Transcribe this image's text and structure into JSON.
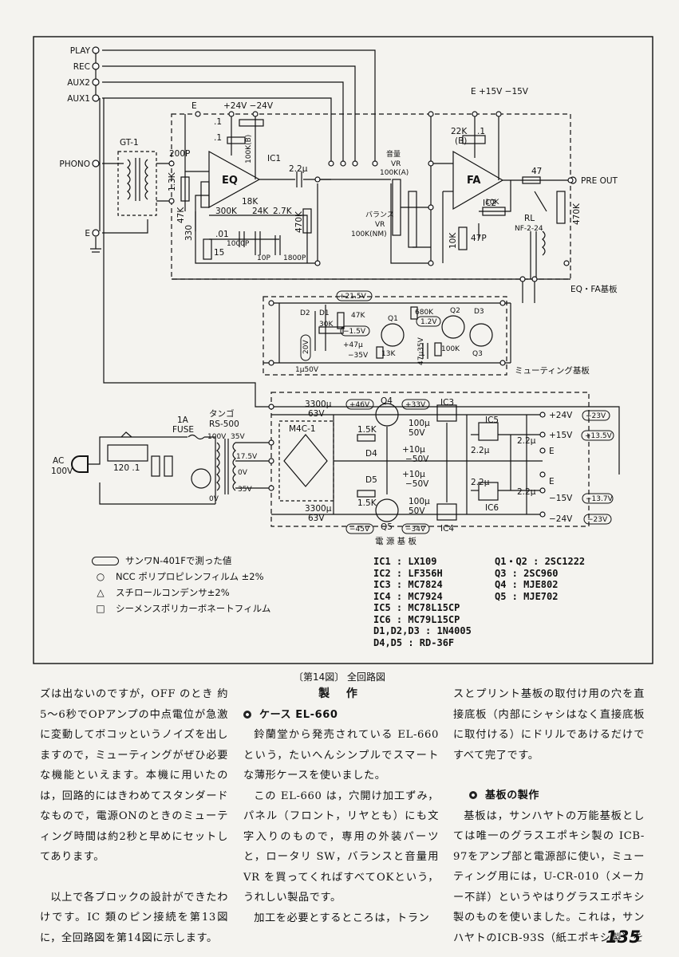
{
  "figure": {
    "inputs": [
      "PLAY",
      "REC",
      "AUX2",
      "AUX1",
      "PHONO",
      "E"
    ],
    "gt1": "GT-1",
    "eq_section": {
      "e": "E",
      "rails": "+24V −24V",
      "opamp": "EQ",
      "ic": "IC1",
      "c200p": "200P",
      "r13k": "1.3K",
      "r47k": "47K",
      "r330": "330",
      "r15": "15",
      "c01a": ".1",
      "c01b": ".1",
      "c01c": ".01",
      "r100kb": "100K(B)",
      "r18k": "18K",
      "r300k": "300K",
      "r24k": "24K",
      "r27k": "2.7K",
      "c1000p": "1000P",
      "c10p": "10P",
      "c1800p": "1800P",
      "r470k": "470K",
      "c22u": "2.2μ"
    },
    "vol": {
      "vol_label": "音量",
      "vol_vr": "VR",
      "vol_val": "100K(A)",
      "bal_label": "バランス",
      "bal_vr": "VR",
      "bal_val": "100K(NM)"
    },
    "fa_section": {
      "rails": "E +15V −15V",
      "opamp": "FA",
      "ic": "IC2",
      "r22k": "22K",
      "b": "(B)",
      "c01": ".1",
      "r47": "47",
      "r10k_a": "10K",
      "r10k_b": "10K",
      "c47p": "47P",
      "rl": "RL",
      "relay": "NF-2-24",
      "r470k": "470K",
      "out": "PRE OUT",
      "board": "EQ・FA基板"
    },
    "mute": {
      "v215": "+21.5V",
      "d2": "D2",
      "d1": "D1",
      "r47k": "47K",
      "r30k": "30K",
      "m15": "−1.5V",
      "v20": "20V",
      "c47u": "+47μ",
      "m35": "−35V",
      "r13k": "13K",
      "r680k": "680K",
      "v12": "1.2V",
      "c47u35": "47μ35V",
      "r100k": "100K",
      "q1": "Q1",
      "q2": "Q2",
      "q3": "Q3",
      "d3": "D3",
      "c1u50": "1μ50V",
      "board": "ミューティング基板"
    },
    "psu": {
      "ac": "AC",
      "ac_v": "100V",
      "fuse_a": "1A",
      "fuse": "FUSE",
      "c120": "120 .1",
      "tr_brand": "タンゴ",
      "tr_model": "RS-500",
      "v100": "100V",
      "v0a": "0V",
      "v35a": "35V",
      "v175": "17.5V",
      "v0b": "0V",
      "v35b": "35V",
      "bridge": "M4C-1",
      "c3300a": "3300μ",
      "v63a": "63V",
      "c3300b": "3300μ",
      "v63b": "63V",
      "v46": "+46V",
      "m46": "−45V",
      "r15k_a": "1.5K",
      "r15k_b": "1.5K",
      "q4": "Q4",
      "q5": "Q5",
      "v33": "+33V",
      "m34": "−34V",
      "d4": "D4",
      "d5": "D5",
      "c100ua": "100μ",
      "v50a": "50V",
      "c100ub": "100μ",
      "v50b": "50V",
      "c10ua": "+10μ",
      "v50c": "−50V",
      "c10ub": "+10μ",
      "v50d": "−50V",
      "ic3": "IC3",
      "ic4": "IC4",
      "ic5": "IC5",
      "ic6": "IC6",
      "c22a": "2.2μ",
      "c22b": "2.2μ",
      "c22c": "2.2μ",
      "c22d": "2.2μ",
      "o24p": "+24V",
      "m23p": "+23V",
      "o15p": "+15V",
      "m135p": "+13.5V",
      "e1": "E",
      "e2": "E",
      "o15m": "−15V",
      "m137m": "−13.7V",
      "o24m": "−24V",
      "m23m": "−23V",
      "board": "電 源 基 板"
    },
    "legend": [
      {
        "symbol": "pill",
        "text": "サンワN-401Fで測った値"
      },
      {
        "symbol": "○",
        "text": "NCC ポリプロピレンフィルム ±2%"
      },
      {
        "symbol": "△",
        "text": "スチロールコンデンサ±2%"
      },
      {
        "symbol": "□",
        "text": "シーメンスポリカーボネートフィルム"
      }
    ],
    "parts_ic": [
      "IC1 : LX109",
      "IC2 : LF356H",
      "IC3 : MC7824",
      "IC4 : MC7924",
      "IC5 : MC78L15CP",
      "IC6 : MC79L15CP",
      "D1,D2,D3 : 1N4005",
      "D4,D5 : RD-36F"
    ],
    "parts_q": [
      "Q1・Q2 : 2SC1222",
      "Q3 : 2SC960",
      "Q4 : MJE802",
      "Q5 : MJE702"
    ],
    "caption": "〔第14図〕 全回路図"
  },
  "text": {
    "col1": [
      "ズは出ないのですが，OFF のとき 約5～6秒でOPアンプの中点電位が急激に変動してボコッというノイズを出しますので，ミューティングがぜひ必要な機能といえます。本機に用いたのは，回路的にはきわめてスタンダードなもので，電源ONのときのミューティング時間は約2秒と早めにセットしてあります。",
      "以上で各ブロックの設計ができたわけです。IC 類のピン接続を第13図に，全回路図を第14図に示します。"
    ],
    "col2_heading": "製 作",
    "col2_sub": "ケース EL-660",
    "col2": [
      "鈴蘭堂から発売されている EL-660 という，たいへんシンプルでスマートな薄形ケースを使いました。",
      "この EL-660 は，穴開け加工ずみ，パネル（フロント，リヤとも）にも文字入りのもので，専用の外装パーツと，ロータリ SW，バランスと音量用 VR を買ってくればすべてOKという，うれしい製品です。",
      "加工を必要とするところは，トラン"
    ],
    "col3a": "スとプリント基板の取付け用の穴を直接底板（内部にシャシはなく直接底板に取付ける）にドリルであけるだけですべて完了です。",
    "col3_sub": "基板の製作",
    "col3b": "基板は，サンハヤトの万能基板としては唯一のグラスエポキシ製の ICB-97をアンプ部と電源部に使い，ミューティング用には，U-CR-010（メーカー不詳）というやはりグラスエポキシ製のものを使いました。これは，サンハヤトのICB-93S（紙エポキシ製）を"
  },
  "page_number": "135"
}
